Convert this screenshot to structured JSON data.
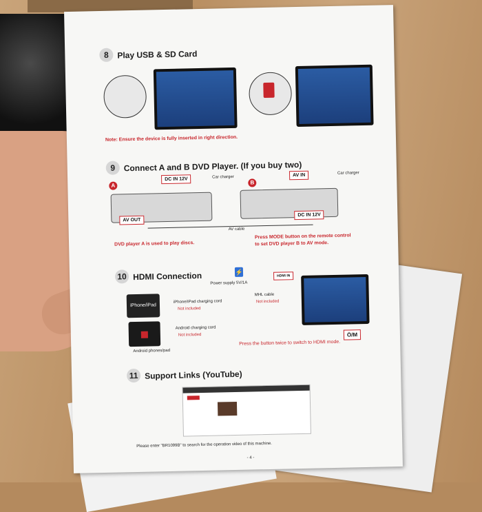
{
  "manual": {
    "section8": {
      "number": "8",
      "title": "Play USB & SD Card",
      "note": "Note: Ensure the device is fully inserted in right direction."
    },
    "section9": {
      "number": "9",
      "title": "Connect A and B DVD Player. (If you buy two)",
      "player_a_tag": "A",
      "player_b_tag": "B",
      "dc_in_a": "DC IN 12V",
      "av_out": "AV OUT",
      "car_charger_a": "Car charger",
      "av_in": "AV IN",
      "dc_in_b": "DC IN 12V",
      "car_charger_b": "Car charger",
      "av_cable": "AV cable",
      "note_a": "DVD player A is used to play discs.",
      "note_b_line1": "Press MODE button on the remote control",
      "note_b_line2": "to set DVD player B to AV mode."
    },
    "section10": {
      "number": "10",
      "title": "HDMI Connection",
      "power_supply": "Power supply 5V/1A",
      "hdmi_in": "HDMI IN",
      "mhl_cable": "MHL cable",
      "not_included_mhl": "Not included",
      "iphone_label": "iPhone/iPad",
      "iphone_cord": "iPhone/iPad charging cord",
      "not_included_iphone": "Not included",
      "android_cord": "Android charging cord",
      "not_included_android": "Not included",
      "android_label": "Android phones/pad",
      "hdmi_note": "Press the button twice to switch to HDMI mode.",
      "button_label": "Ö/M"
    },
    "section11": {
      "number": "11",
      "title": "Support Links (YouTube)",
      "search_note": "Please enter \"BR1099B\" to search for the operation video of this machine."
    },
    "page_number": "- 4 -"
  },
  "colors": {
    "accent_red": "#c8262c",
    "screen_blue": "#2b5ca3"
  }
}
